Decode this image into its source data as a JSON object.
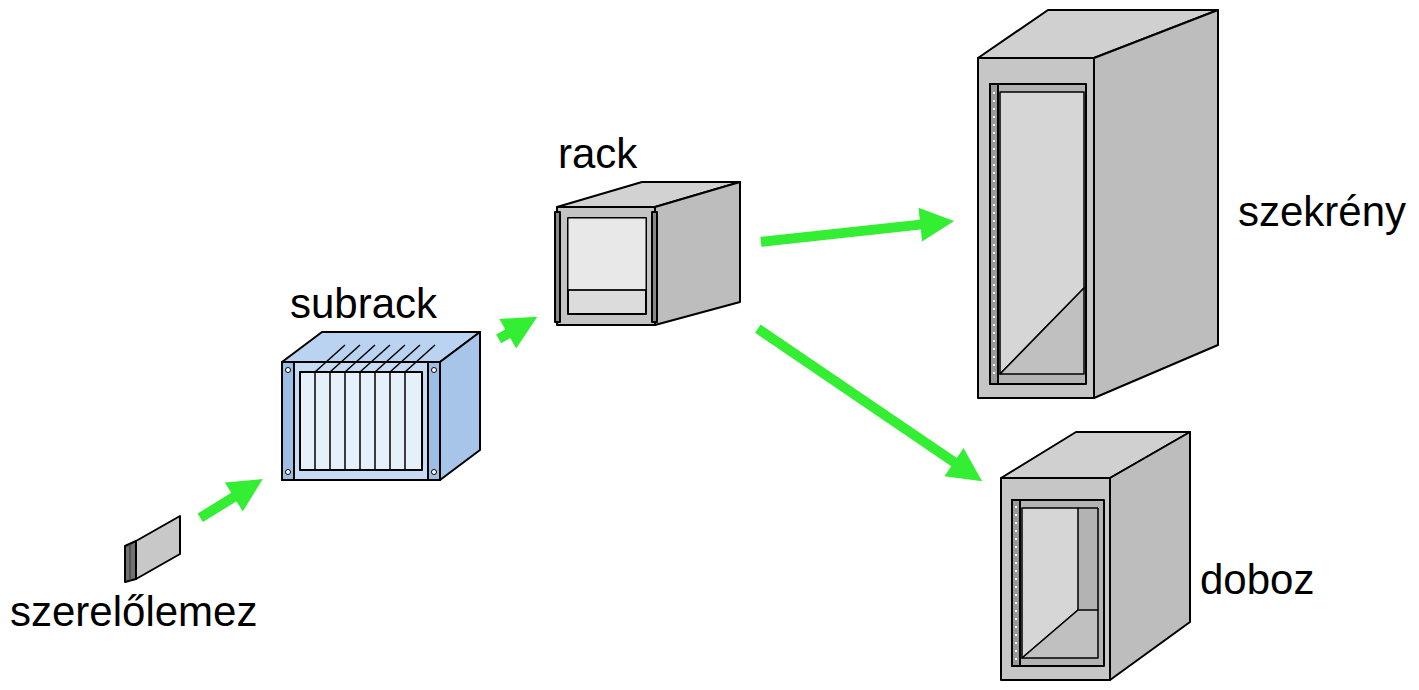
{
  "diagram": {
    "nodes": [
      {
        "text": [
          "szerelőlemez"
        ]
      },
      {
        "text": [
          "subrack"
        ]
      },
      {
        "text": [
          "rack"
        ]
      },
      {
        "text": [
          "szekrény"
        ]
      },
      {
        "text": [
          "doboz"
        ]
      }
    ],
    "edges": [
      {
        "from": 0,
        "to": 1,
        "arrow": "to"
      },
      {
        "from": 1,
        "to": 2,
        "arrow": "to"
      },
      {
        "from": 2,
        "to": 3,
        "arrow": "to"
      },
      {
        "from": 2,
        "to": 4,
        "arrow": "to"
      }
    ]
  }
}
